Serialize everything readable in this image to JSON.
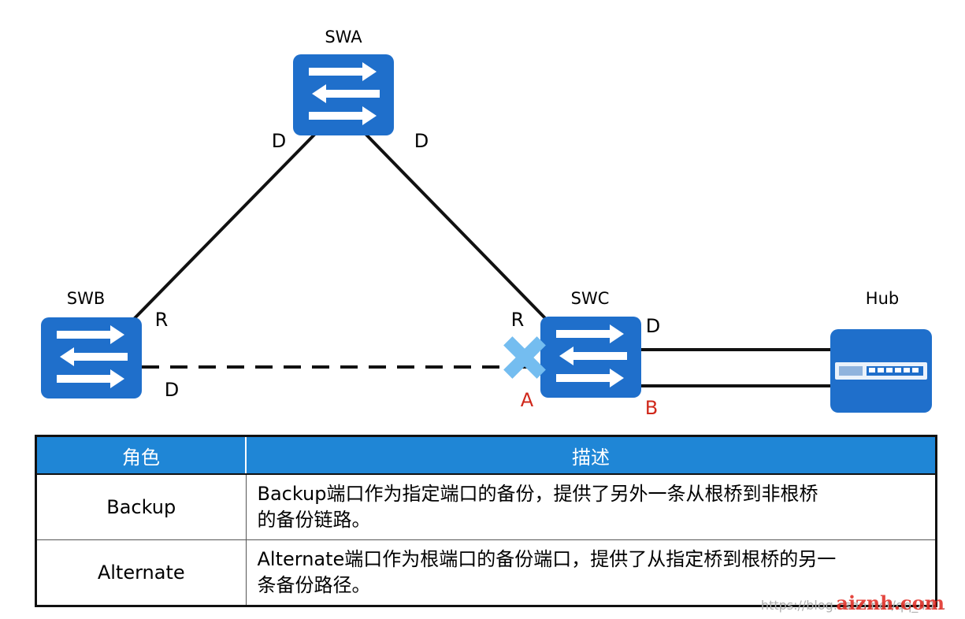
{
  "switches": {
    "swa": {
      "name": "SWA",
      "port_left": "D",
      "port_right": "D"
    },
    "swb": {
      "name": "SWB",
      "port_top": "R",
      "port_bottom": "D"
    },
    "swc": {
      "name": "SWC",
      "port_top_left": "R",
      "port_top_right": "D",
      "port_alternate": "A",
      "port_backup": "B"
    }
  },
  "hub": {
    "name": "Hub"
  },
  "colors": {
    "device_blue": "#1f6fcb",
    "header_blue": "#1f86d6",
    "cross_blue": "#74bdf0",
    "port_red": "#d0281b"
  },
  "table": {
    "headers": [
      "角色",
      "描述"
    ],
    "rows": [
      {
        "role": "Backup",
        "desc_line1": "Backup端口作为指定端口的备份，提供了另外一条从根桥到非根桥",
        "desc_line2": "的备份链路。"
      },
      {
        "role": "Alternate",
        "desc_line1": "Alternate端口作为根端口的备份端口，提供了从指定桥到根桥的另一",
        "desc_line2": "条备份路径。"
      }
    ]
  },
  "watermark": {
    "url": "https://blog.csdn.net/qq_40...",
    "site": "aiznh.com"
  }
}
